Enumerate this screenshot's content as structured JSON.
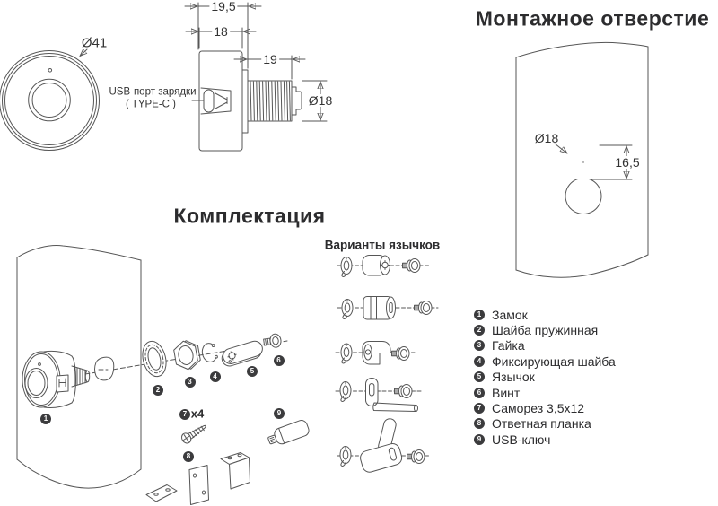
{
  "titles": {
    "mounting": "Монтажное отверстие",
    "kit": "Комплектация",
    "variants": "Варианты язычков"
  },
  "front_view": {
    "diameter": "Ø41"
  },
  "side_view": {
    "total_length": "19,5",
    "body_length": "18",
    "thread_length": "19",
    "diameter": "Ø18",
    "usb_line1": "USB-порт зарядки",
    "usb_line2": "( TYPE-C )"
  },
  "mounting_hole": {
    "diameter": "Ø18",
    "height": "16,5"
  },
  "kit": {
    "screw_qty": "x4",
    "parts": [
      {
        "num": "1",
        "label": "Замок"
      },
      {
        "num": "2",
        "label": "Шайба пружинная"
      },
      {
        "num": "3",
        "label": "Гайка"
      },
      {
        "num": "4",
        "label": "Фиксирующая шайба"
      },
      {
        "num": "5",
        "label": "Язычок"
      },
      {
        "num": "6",
        "label": "Винт"
      },
      {
        "num": "7",
        "label": "Саморез 3,5x12"
      },
      {
        "num": "8",
        "label": "Ответная планка"
      },
      {
        "num": "9",
        "label": "USB-ключ"
      }
    ]
  },
  "colors": {
    "line": "#565656",
    "text": "#2c2c2e",
    "badge": "#3b3b3d"
  }
}
